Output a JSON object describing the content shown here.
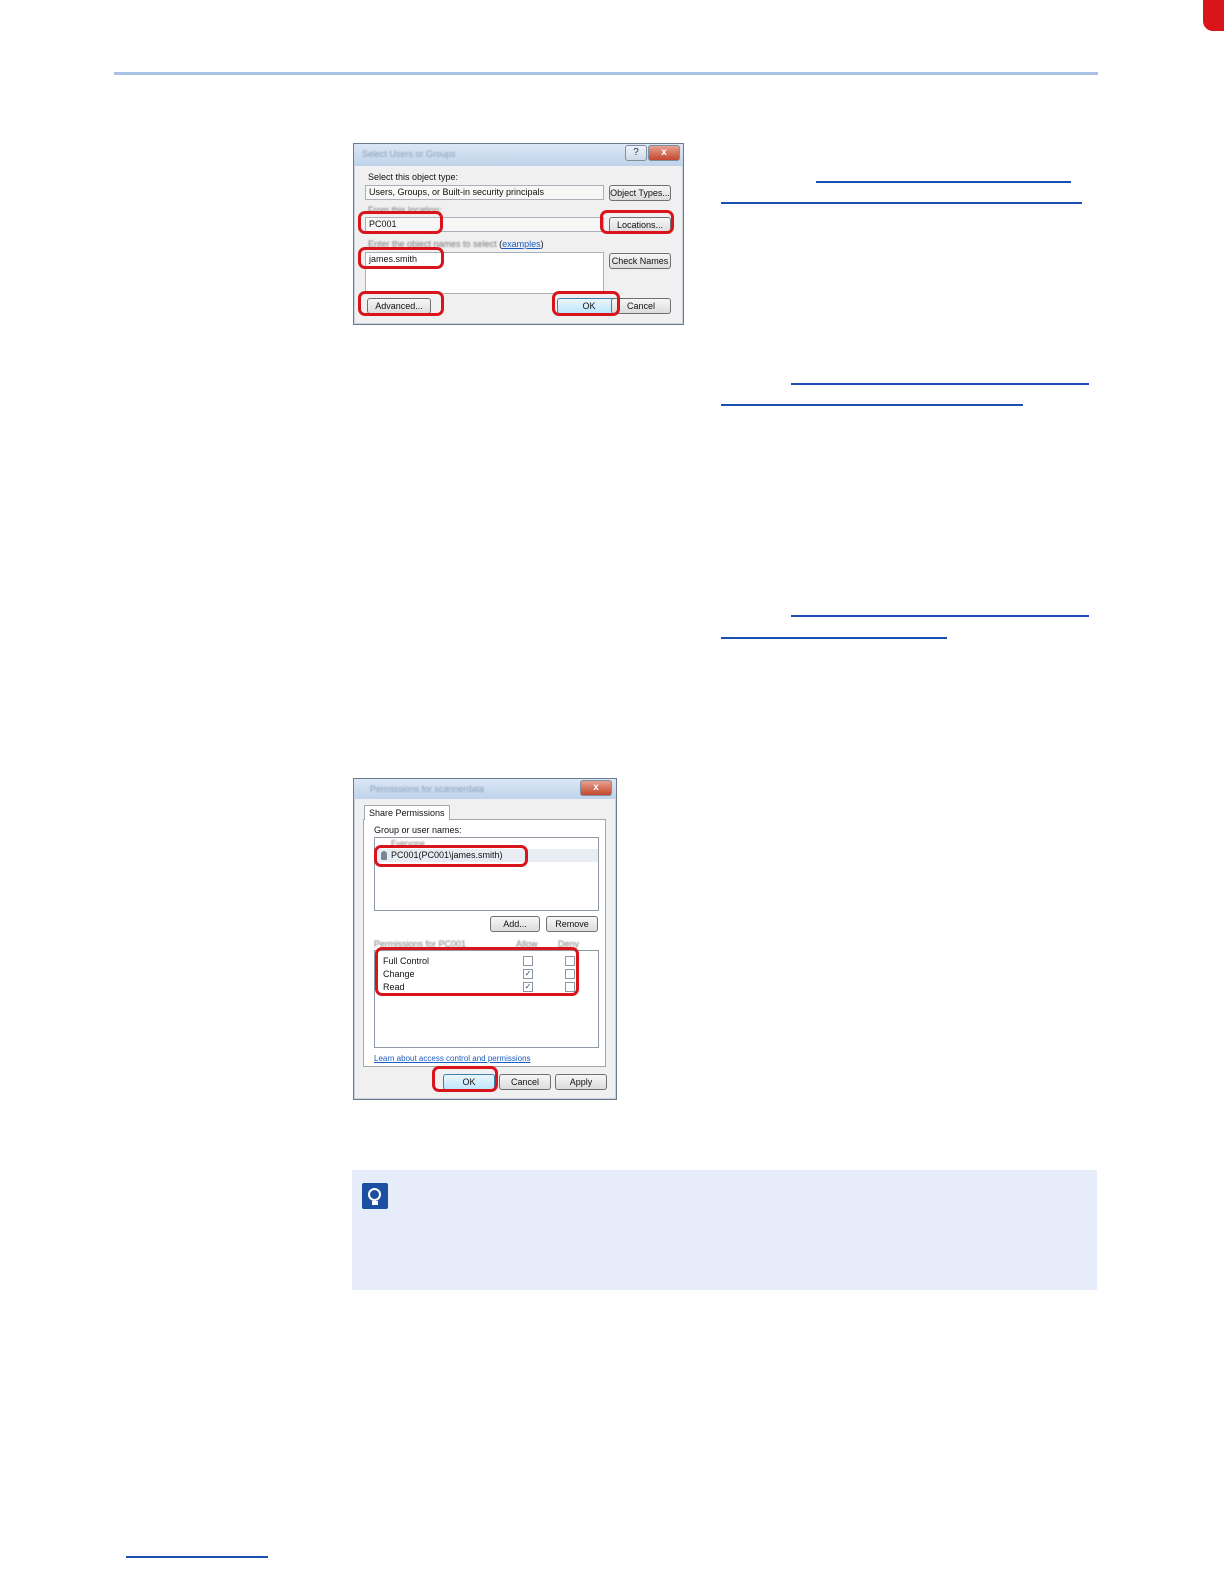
{
  "colors": {
    "accent": "#a9c3e6",
    "edge_mark": "#d9151b",
    "highlight": "#d9151b",
    "note_bg": "#e6ecfa",
    "link": "#1a4fb3"
  },
  "select_dialog": {
    "title": "Select Users or Groups",
    "help_btn": "?",
    "close_btn": "x",
    "object_type_label": "Select this object type:",
    "object_type_value": "Users, Groups, or Built-in security principals",
    "object_types_button": "Object Types...",
    "location_label": "From this location:",
    "location_value": "PC001",
    "locations_button": "Locations...",
    "names_label": "Enter the object names to select",
    "names_label_link": "examples",
    "names_value": "james.smith",
    "check_names_button": "Check Names",
    "advanced_button": "Advanced...",
    "ok_button": "OK",
    "cancel_button": "Cancel"
  },
  "perm_dialog": {
    "title": "Permissions for scannerdata",
    "close_btn": "x",
    "tab_label": "Share Permissions",
    "group_label": "Group or user names:",
    "users": [
      "Everyone",
      "PC001(PC001\\james.smith)"
    ],
    "add_button": "Add...",
    "remove_button": "Remove",
    "permissions_label": "Permissions for PC001",
    "allow_header": "Allow",
    "deny_header": "Deny",
    "permissions": [
      {
        "name": "Full Control",
        "allow": false,
        "deny": false
      },
      {
        "name": "Change",
        "allow": true,
        "deny": false
      },
      {
        "name": "Read",
        "allow": true,
        "deny": false
      }
    ],
    "learn_link": "Learn about access control and permissions",
    "ok_button": "OK",
    "cancel_button": "Cancel",
    "apply_button": "Apply"
  }
}
